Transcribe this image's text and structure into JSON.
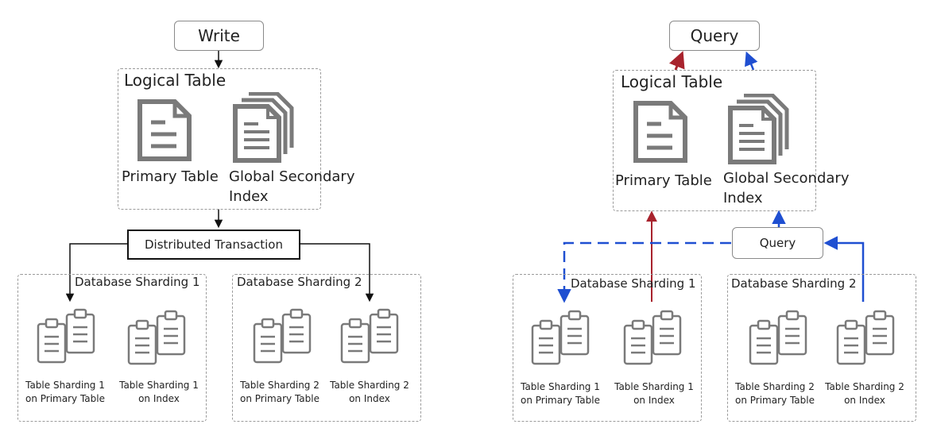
{
  "left": {
    "top_box": "Write",
    "logical_table": "Logical Table",
    "primary_table": "Primary Table",
    "gsi_line1": "Global Secondary",
    "gsi_line2": "Index",
    "middle_box": "Distributed Transaction",
    "db1": "Database Sharding 1",
    "db2": "Database Sharding 2",
    "shards": [
      {
        "line1": "Table Sharding 1",
        "line2": "on Primary Table"
      },
      {
        "line1": "Table Sharding 1",
        "line2": "on Index"
      },
      {
        "line1": "Table Sharding 2",
        "line2": "on Primary Table"
      },
      {
        "line1": "Table Sharding 2",
        "line2": "on Index"
      }
    ]
  },
  "right": {
    "top_box": "Query",
    "logical_table": "Logical Table",
    "primary_table": "Primary Table",
    "gsi_line1": "Global Secondary",
    "gsi_line2": "Index",
    "middle_box": "Query",
    "db1": "Database Sharding 1",
    "db2": "Database Sharding 2",
    "shards": [
      {
        "line1": "Table Sharding 1",
        "line2": "on Primary Table"
      },
      {
        "line1": "Table Sharding 1",
        "line2": "on Index"
      },
      {
        "line1": "Table Sharding 2",
        "line2": "on Primary Table"
      },
      {
        "line1": "Table Sharding 2",
        "line2": "on Index"
      }
    ]
  },
  "colors": {
    "black_arrow": "#111111",
    "red_arrow": "#a8232d",
    "blue_arrow": "#1f4fd1",
    "icon_gray": "#7a7a7a",
    "dashed_border": "#9a9a9a"
  },
  "icons": {
    "primary_table": "document-icon",
    "gsi": "stacked-documents-icon",
    "table_shard": "clipboard-pair-icon"
  }
}
